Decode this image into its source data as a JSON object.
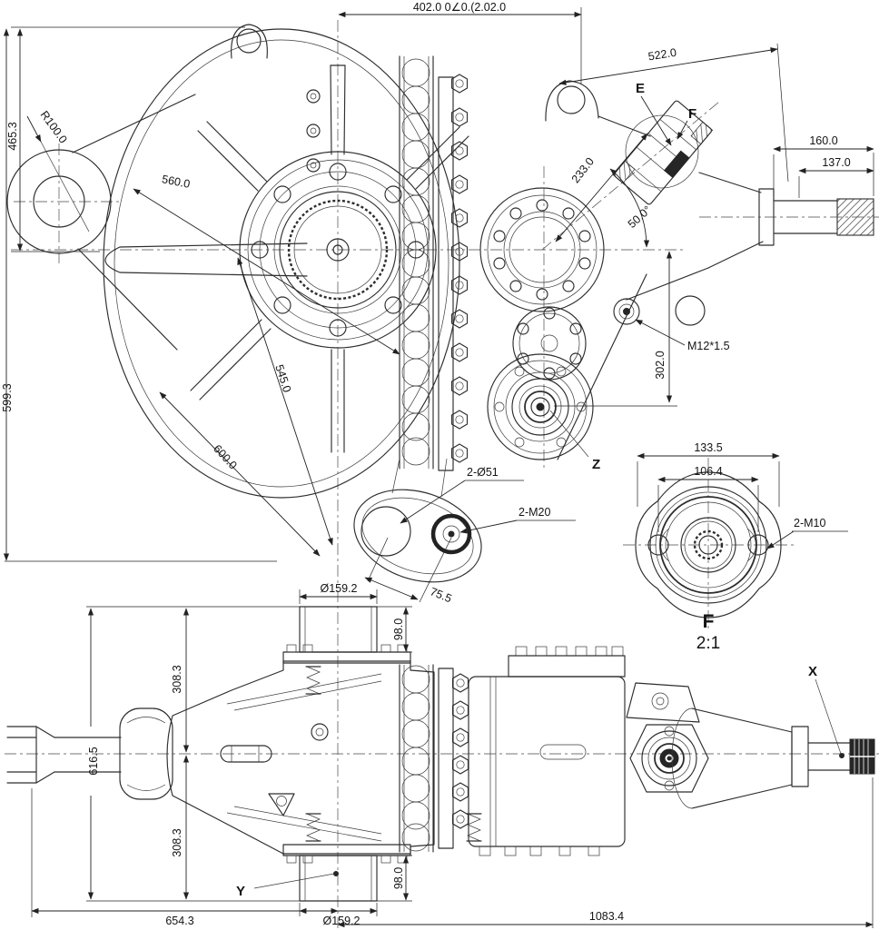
{
  "views": {
    "top": {
      "d402": "402.0 0∠0.(2.02.0",
      "d522": "522.0",
      "d465": "465.3",
      "d599": "599.3",
      "r100": "R100.0",
      "d560": "560.0",
      "d545": "545.0",
      "d600": "600.0",
      "d233": "233.0",
      "a50": "50.0°",
      "m12": "M12*1.5",
      "d302": "302.0",
      "d160": "160.0",
      "d137": "137.0",
      "h51": "2-Ø51",
      "hm20": "2-M20",
      "d75": "75.5",
      "e": "E",
      "f": "F",
      "z": "Z"
    },
    "detail_f": {
      "d133": "133.5",
      "d106": "106.4",
      "m10": "2-M10",
      "name": "F",
      "scale": "2:1"
    },
    "side": {
      "dia_top": "Ø159.2",
      "h98_top": "98.0",
      "d308_top": "308.3",
      "d616": "616.5",
      "d308_bot": "308.3",
      "d654": "654.3",
      "dia_bot": "Ø159.2",
      "h98_bot": "98.0",
      "d1083": "1083.4",
      "x": "X",
      "y": "Y"
    }
  }
}
